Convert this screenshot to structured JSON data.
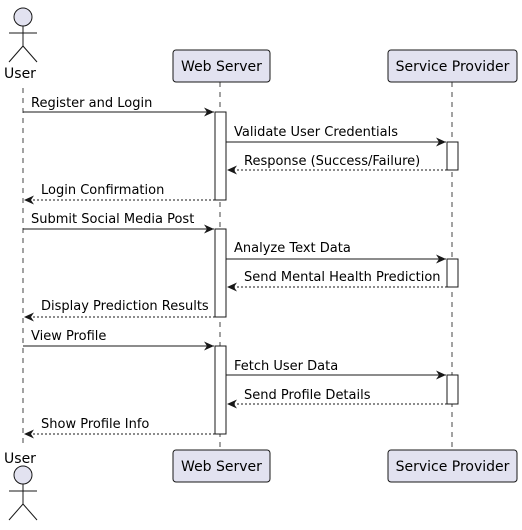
{
  "participants": [
    {
      "id": "user",
      "label": "User",
      "kind": "actor"
    },
    {
      "id": "web",
      "label": "Web Server",
      "kind": "participant"
    },
    {
      "id": "sp",
      "label": "Service Provider",
      "kind": "participant"
    }
  ],
  "messages": [
    {
      "from": "user",
      "to": "web",
      "text": "Register and Login",
      "style": "solid"
    },
    {
      "from": "web",
      "to": "sp",
      "text": "Validate User Credentials",
      "style": "solid"
    },
    {
      "from": "sp",
      "to": "web",
      "text": "Response (Success/Failure)",
      "style": "dashed"
    },
    {
      "from": "web",
      "to": "user",
      "text": "Login Confirmation",
      "style": "dashed"
    },
    {
      "from": "user",
      "to": "web",
      "text": "Submit Social Media Post",
      "style": "solid"
    },
    {
      "from": "web",
      "to": "sp",
      "text": "Analyze Text Data",
      "style": "solid"
    },
    {
      "from": "sp",
      "to": "web",
      "text": "Send Mental Health Prediction",
      "style": "dashed"
    },
    {
      "from": "web",
      "to": "user",
      "text": "Display Prediction Results",
      "style": "dashed"
    },
    {
      "from": "user",
      "to": "web",
      "text": "View Profile",
      "style": "solid"
    },
    {
      "from": "web",
      "to": "sp",
      "text": "Fetch User Data",
      "style": "solid"
    },
    {
      "from": "sp",
      "to": "web",
      "text": "Send Profile Details",
      "style": "dashed"
    },
    {
      "from": "web",
      "to": "user",
      "text": "Show Profile Info",
      "style": "dashed"
    }
  ],
  "colors": {
    "box_fill": "#E2E2F0",
    "box_stroke": "#181818",
    "lifeline": "#181818",
    "arrow": "#181818",
    "activation_fill": "#FFFFFF"
  }
}
